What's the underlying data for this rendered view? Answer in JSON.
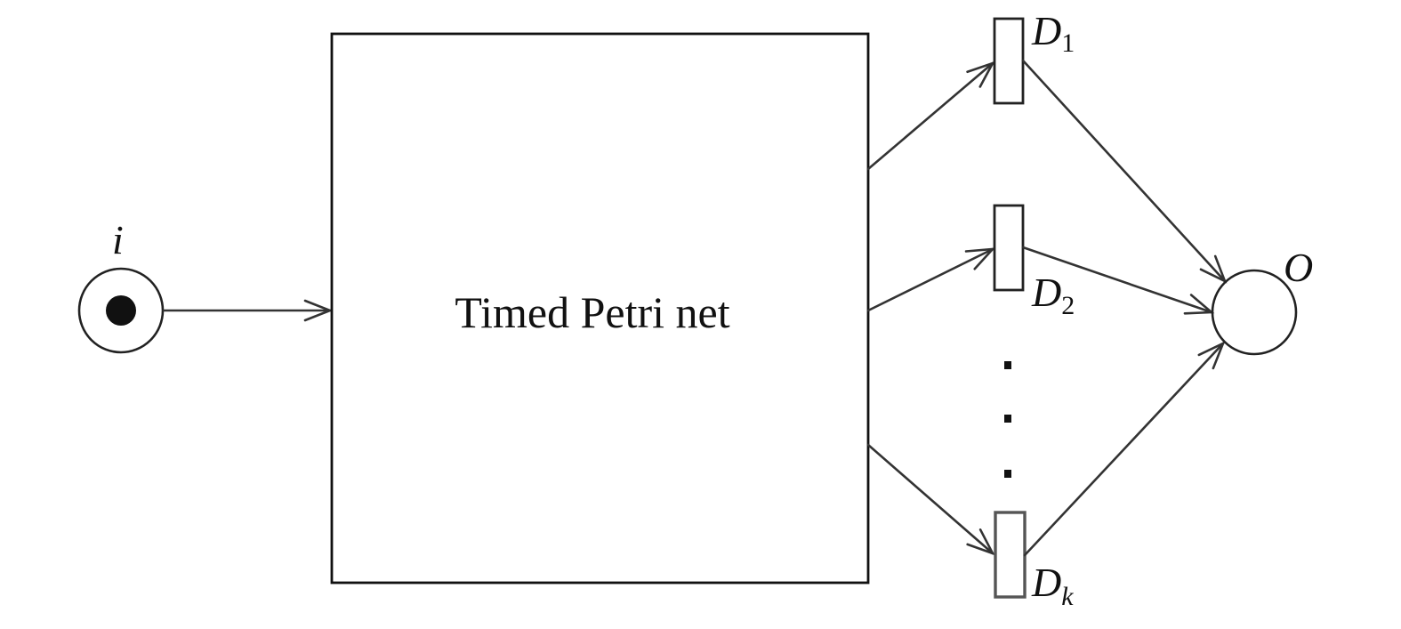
{
  "diagram": {
    "input_place": {
      "label": "i",
      "has_token": true
    },
    "box": {
      "label": "Timed Petri net"
    },
    "transitions": [
      {
        "label": "D",
        "subscript": "1",
        "subscript_italic": false
      },
      {
        "label": "D",
        "subscript": "2",
        "subscript_italic": false
      },
      {
        "label": "D",
        "subscript": "k",
        "subscript_italic": true
      }
    ],
    "output_place": {
      "label": "O"
    },
    "ellipsis": "⋮",
    "colors": {
      "stroke": "#222222",
      "token": "#111111",
      "background": "#ffffff"
    }
  }
}
